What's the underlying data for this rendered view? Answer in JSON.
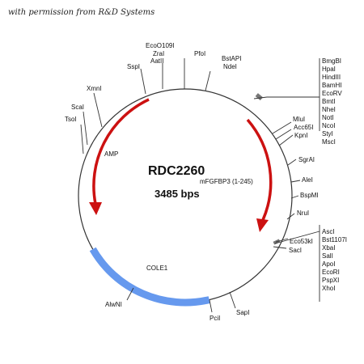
{
  "credit": "with permission from R&D Systems",
  "plasmid": {
    "name": "RDC2260",
    "insert": "mFGFBP3 (1-245)",
    "size": "3485 bps"
  },
  "features": [
    {
      "label": "AMP",
      "type": "arrow",
      "color": "#cc1111"
    },
    {
      "label": "COLE1",
      "type": "arc",
      "color": "#6699ee"
    },
    {
      "label": "",
      "type": "arrow",
      "color": "#cc1111"
    }
  ],
  "sites_top": [
    "EcoO109I",
    "ZraI",
    "AatII",
    "PfoI",
    "BstAPI",
    "NdeI",
    "SspI",
    "XmnI",
    "ScaI",
    "TsoI"
  ],
  "cluster_1": [
    "BmgBI",
    "HpaI",
    "HindIII",
    "BamHI",
    "EcoRV",
    "BmtI",
    "NheI",
    "NotI",
    "NcoI",
    "StyI",
    "MscI"
  ],
  "sites_right": [
    "MluI",
    "Acc65I",
    "KpnI",
    "SgrAI",
    "AleI",
    "BspMI",
    "NruI",
    "Eco53kI",
    "SacI"
  ],
  "cluster_2": [
    "AscI",
    "Bst1107I",
    "XbaI",
    "SalI",
    "ApoI",
    "EcoRI",
    "PspXI",
    "XhoI"
  ],
  "sites_bottom": [
    "SapI",
    "PciI",
    "AlwNI"
  ]
}
